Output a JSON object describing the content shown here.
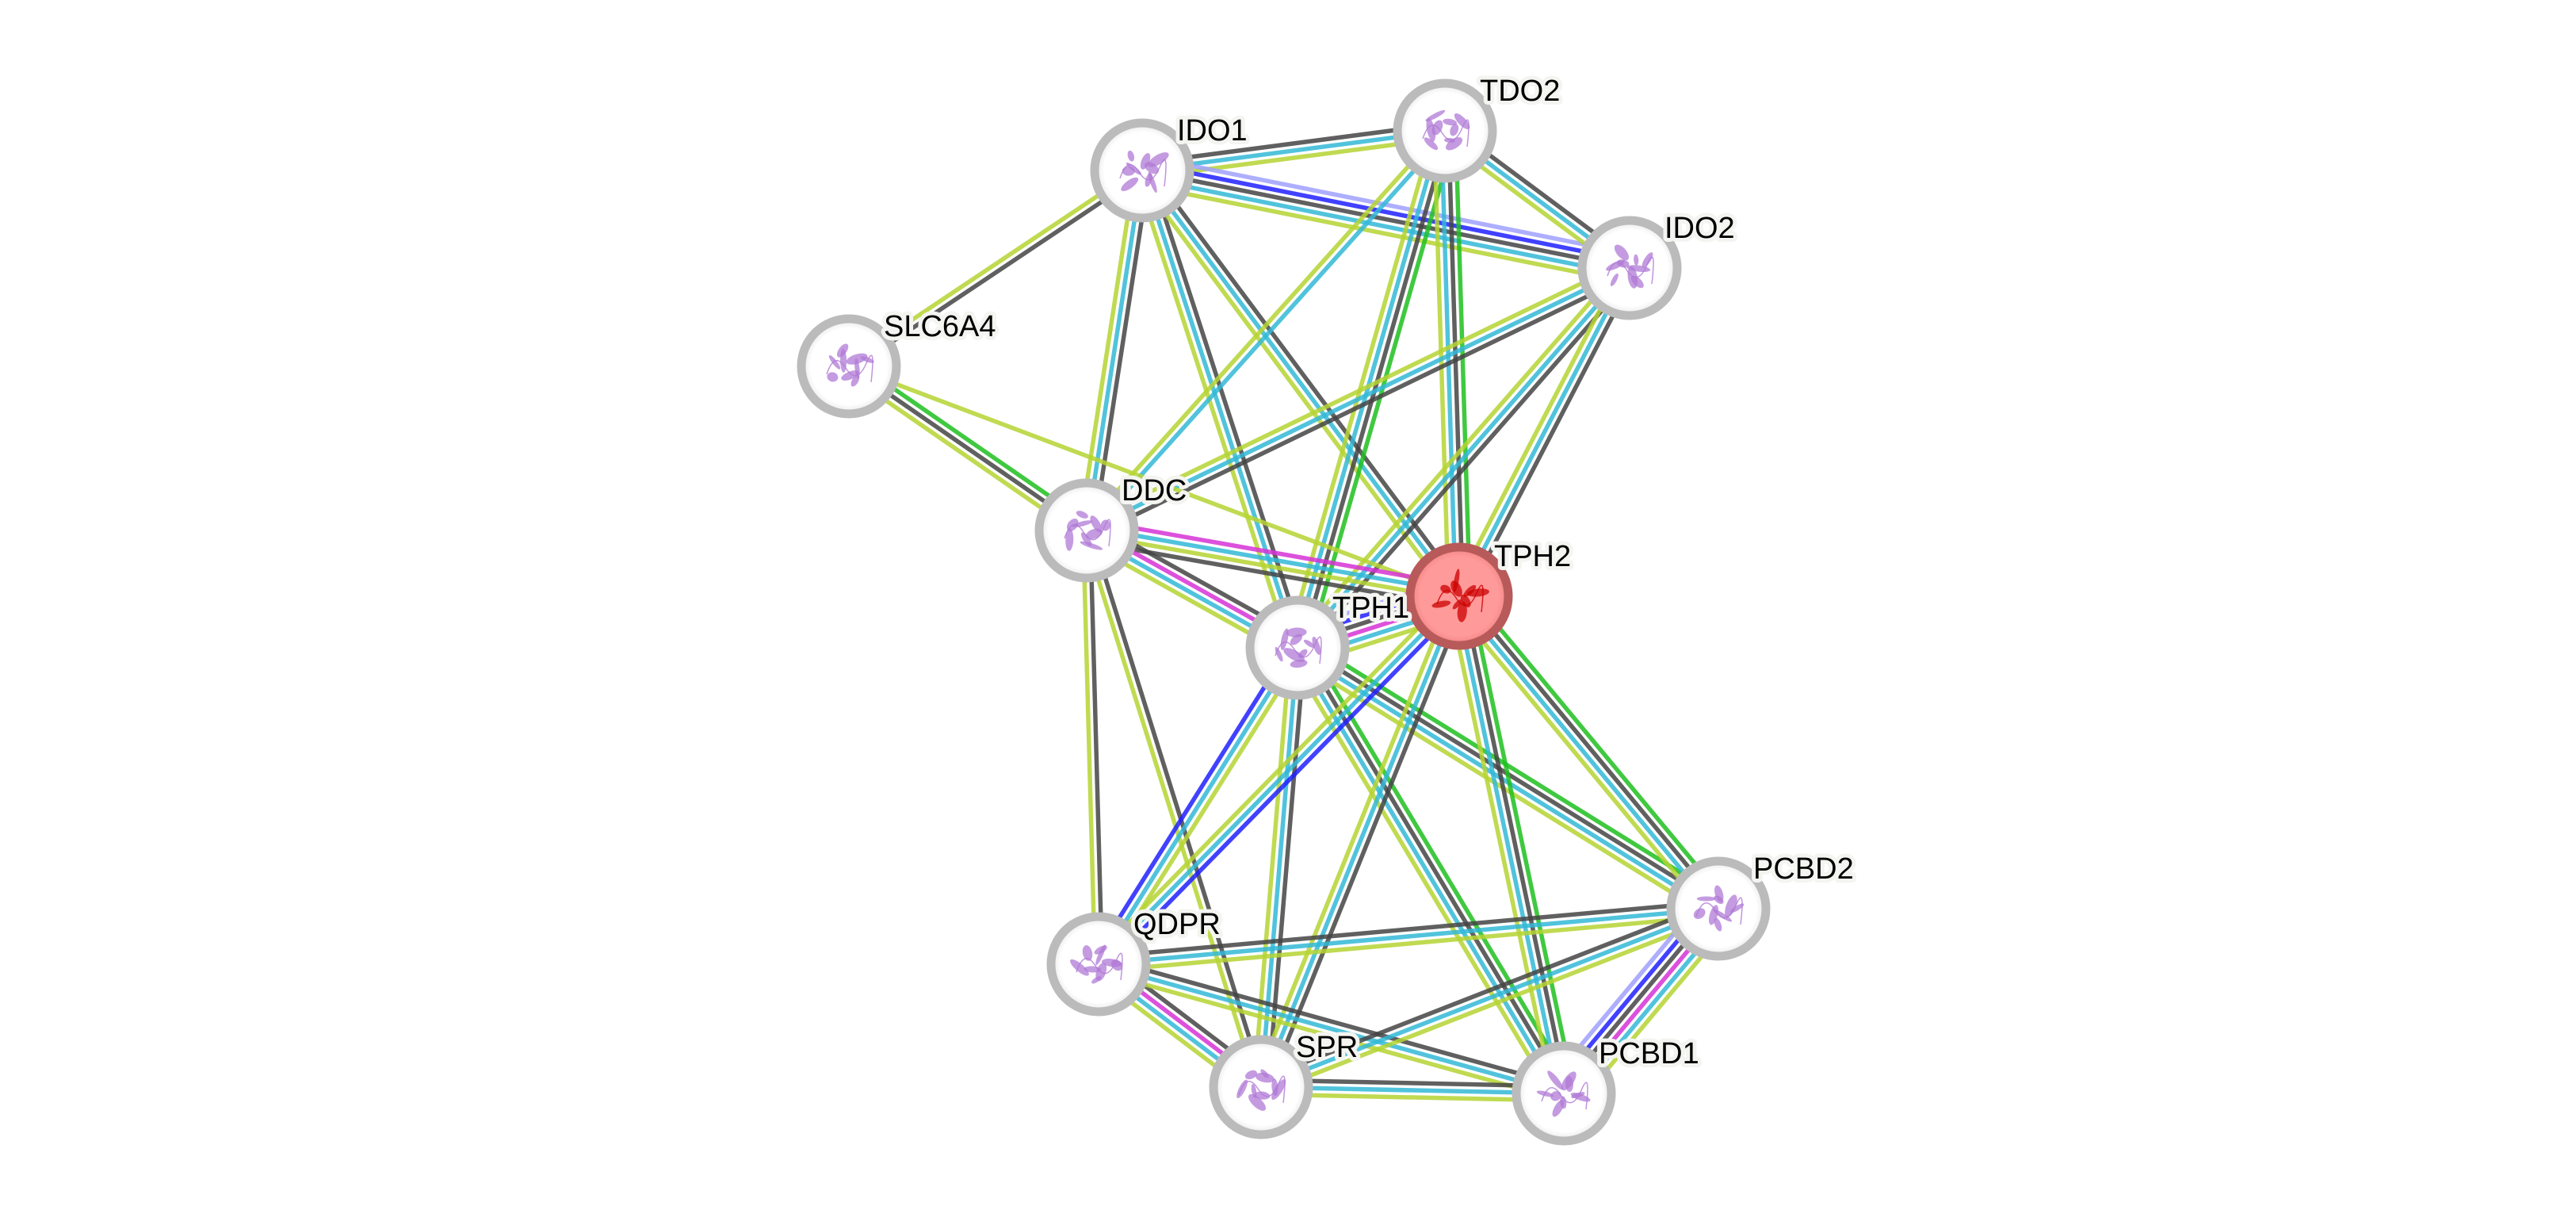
{
  "diagram": {
    "type": "protein-interaction-network",
    "query_protein": "TPH2",
    "edge_colors": {
      "known_database": "#33b8d6",
      "known_experimental": "#d633d6",
      "predicted_neighborhood": "#1fbf1f",
      "predicted_fusion": "#ff2020",
      "predicted_cooccurrence": "#2020ff",
      "textmining": "#b5d333",
      "coexpression": "#444444",
      "homology": "#a0a0ff"
    },
    "node_style": {
      "query_fill": "#ff9a9a",
      "query_border": "#b85a5a",
      "default_fill": "#ffffff",
      "default_border": "#bbbbbb",
      "structure_tint": "#b07ad6",
      "query_structure_tint": "#cc0000"
    },
    "nodes": [
      {
        "id": "IDO1",
        "label": "IDO1",
        "query": false
      },
      {
        "id": "TDO2",
        "label": "TDO2",
        "query": false
      },
      {
        "id": "IDO2",
        "label": "IDO2",
        "query": false
      },
      {
        "id": "SLC6A4",
        "label": "SLC6A4",
        "query": false
      },
      {
        "id": "DDC",
        "label": "DDC",
        "query": false
      },
      {
        "id": "TPH2",
        "label": "TPH2",
        "query": true
      },
      {
        "id": "TPH1",
        "label": "TPH1",
        "query": false
      },
      {
        "id": "PCBD2",
        "label": "PCBD2",
        "query": false
      },
      {
        "id": "QDPR",
        "label": "QDPR",
        "query": false
      },
      {
        "id": "SPR",
        "label": "SPR",
        "query": false
      },
      {
        "id": "PCBD1",
        "label": "PCBD1",
        "query": false
      }
    ],
    "edges": [
      {
        "source": "IDO1",
        "target": "TDO2",
        "evidence": [
          "coexpression",
          "known_database",
          "textmining"
        ]
      },
      {
        "source": "IDO1",
        "target": "IDO2",
        "evidence": [
          "homology",
          "predicted_cooccurrence",
          "coexpression",
          "known_database",
          "textmining"
        ]
      },
      {
        "source": "IDO1",
        "target": "SLC6A4",
        "evidence": [
          "coexpression",
          "textmining"
        ]
      },
      {
        "source": "IDO1",
        "target": "DDC",
        "evidence": [
          "coexpression",
          "known_database",
          "textmining"
        ]
      },
      {
        "source": "IDO1",
        "target": "TPH1",
        "evidence": [
          "coexpression",
          "known_database",
          "textmining"
        ]
      },
      {
        "source": "IDO1",
        "target": "TPH2",
        "evidence": [
          "coexpression",
          "known_database",
          "textmining"
        ]
      },
      {
        "source": "TDO2",
        "target": "IDO2",
        "evidence": [
          "coexpression",
          "known_database",
          "textmining"
        ]
      },
      {
        "source": "TDO2",
        "target": "DDC",
        "evidence": [
          "known_database",
          "textmining"
        ]
      },
      {
        "source": "TDO2",
        "target": "TPH1",
        "evidence": [
          "predicted_neighborhood",
          "coexpression",
          "known_database",
          "textmining"
        ]
      },
      {
        "source": "TDO2",
        "target": "TPH2",
        "evidence": [
          "predicted_neighborhood",
          "coexpression",
          "known_database",
          "textmining"
        ]
      },
      {
        "source": "IDO2",
        "target": "DDC",
        "evidence": [
          "coexpression",
          "known_database",
          "textmining"
        ]
      },
      {
        "source": "IDO2",
        "target": "TPH1",
        "evidence": [
          "coexpression",
          "known_database",
          "textmining"
        ]
      },
      {
        "source": "IDO2",
        "target": "TPH2",
        "evidence": [
          "coexpression",
          "known_database",
          "textmining"
        ]
      },
      {
        "source": "SLC6A4",
        "target": "DDC",
        "evidence": [
          "predicted_neighborhood",
          "coexpression",
          "textmining"
        ]
      },
      {
        "source": "SLC6A4",
        "target": "TPH2",
        "evidence": [
          "textmining"
        ]
      },
      {
        "source": "DDC",
        "target": "TPH2",
        "evidence": [
          "known_experimental",
          "known_database",
          "textmining",
          "coexpression"
        ]
      },
      {
        "source": "DDC",
        "target": "TPH1",
        "evidence": [
          "coexpression",
          "known_experimental",
          "known_database",
          "textmining"
        ]
      },
      {
        "source": "DDC",
        "target": "QDPR",
        "evidence": [
          "coexpression",
          "textmining"
        ]
      },
      {
        "source": "DDC",
        "target": "SPR",
        "evidence": [
          "coexpression",
          "textmining"
        ]
      },
      {
        "source": "TPH1",
        "target": "TPH2",
        "evidence": [
          "homology",
          "predicted_cooccurrence",
          "coexpression",
          "known_experimental",
          "known_database",
          "textmining"
        ]
      },
      {
        "source": "TPH1",
        "target": "QDPR",
        "evidence": [
          "textmining",
          "known_database",
          "predicted_cooccurrence"
        ]
      },
      {
        "source": "TPH1",
        "target": "SPR",
        "evidence": [
          "coexpression",
          "known_database",
          "textmining"
        ]
      },
      {
        "source": "TPH1",
        "target": "PCBD1",
        "evidence": [
          "predicted_neighborhood",
          "coexpression",
          "known_database",
          "textmining"
        ]
      },
      {
        "source": "TPH1",
        "target": "PCBD2",
        "evidence": [
          "predicted_neighborhood",
          "coexpression",
          "known_database",
          "textmining"
        ]
      },
      {
        "source": "TPH2",
        "target": "QDPR",
        "evidence": [
          "predicted_cooccurrence",
          "known_database",
          "textmining"
        ]
      },
      {
        "source": "TPH2",
        "target": "SPR",
        "evidence": [
          "coexpression",
          "known_database",
          "textmining"
        ]
      },
      {
        "source": "TPH2",
        "target": "PCBD1",
        "evidence": [
          "predicted_neighborhood",
          "coexpression",
          "known_database",
          "textmining"
        ]
      },
      {
        "source": "TPH2",
        "target": "PCBD2",
        "evidence": [
          "predicted_neighborhood",
          "coexpression",
          "known_database",
          "textmining"
        ]
      },
      {
        "source": "QDPR",
        "target": "PCBD2",
        "evidence": [
          "coexpression",
          "known_database",
          "textmining"
        ]
      },
      {
        "source": "QDPR",
        "target": "SPR",
        "evidence": [
          "coexpression",
          "known_experimental",
          "known_database",
          "textmining"
        ]
      },
      {
        "source": "QDPR",
        "target": "PCBD1",
        "evidence": [
          "coexpression",
          "known_database",
          "textmining"
        ]
      },
      {
        "source": "SPR",
        "target": "PCBD2",
        "evidence": [
          "coexpression",
          "known_database",
          "textmining"
        ]
      },
      {
        "source": "SPR",
        "target": "PCBD1",
        "evidence": [
          "coexpression",
          "known_database",
          "textmining"
        ]
      },
      {
        "source": "PCBD1",
        "target": "PCBD2",
        "evidence": [
          "homology",
          "predicted_cooccurrence",
          "coexpression",
          "known_experimental",
          "known_database",
          "textmining"
        ]
      }
    ]
  }
}
